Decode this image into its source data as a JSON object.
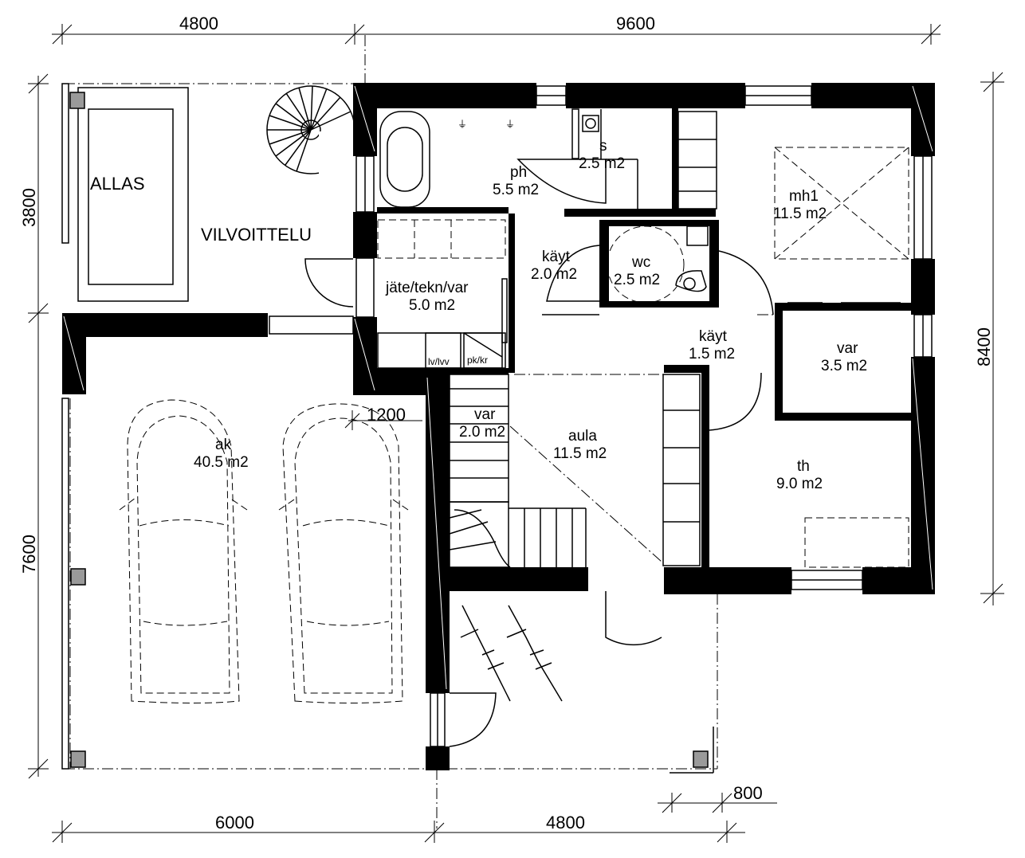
{
  "plan": {
    "rooms": [
      {
        "id": "allas",
        "name": "ALLAS",
        "area": ""
      },
      {
        "id": "vilvoittelu",
        "name": "VILVOITTELU",
        "area": ""
      },
      {
        "id": "ph",
        "name": "ph",
        "area": "5.5 m2"
      },
      {
        "id": "s",
        "name": "s",
        "area": "2.5 m2"
      },
      {
        "id": "mh1",
        "name": "mh1",
        "area": "11.5 m2"
      },
      {
        "id": "jate",
        "name": "jäte/tekn/var",
        "area": "5.0 m2"
      },
      {
        "id": "kayt1",
        "name": "käyt",
        "area": "2.0 m2"
      },
      {
        "id": "wc",
        "name": "wc",
        "area": "2.5 m2"
      },
      {
        "id": "kayt2",
        "name": "käyt",
        "area": "1.5 m2"
      },
      {
        "id": "var1",
        "name": "var",
        "area": "3.5 m2"
      },
      {
        "id": "var2",
        "name": "var",
        "area": "2.0 m2"
      },
      {
        "id": "aula",
        "name": "aula",
        "area": "11.5 m2"
      },
      {
        "id": "th",
        "name": "th",
        "area": "9.0 m2"
      },
      {
        "id": "ak",
        "name": "ak",
        "area": "40.5 m2"
      }
    ],
    "fixtures": {
      "lvlvv": "lv/lvv",
      "pkkr": "pk/kr"
    },
    "dimensions": {
      "top_left": "4800",
      "top_right": "9600",
      "left_upper": "3800",
      "left_lower": "7600",
      "right": "8400",
      "bottom_left": "6000",
      "bottom_right": "4800",
      "bottom_offset": "800",
      "inner": "1200"
    }
  }
}
